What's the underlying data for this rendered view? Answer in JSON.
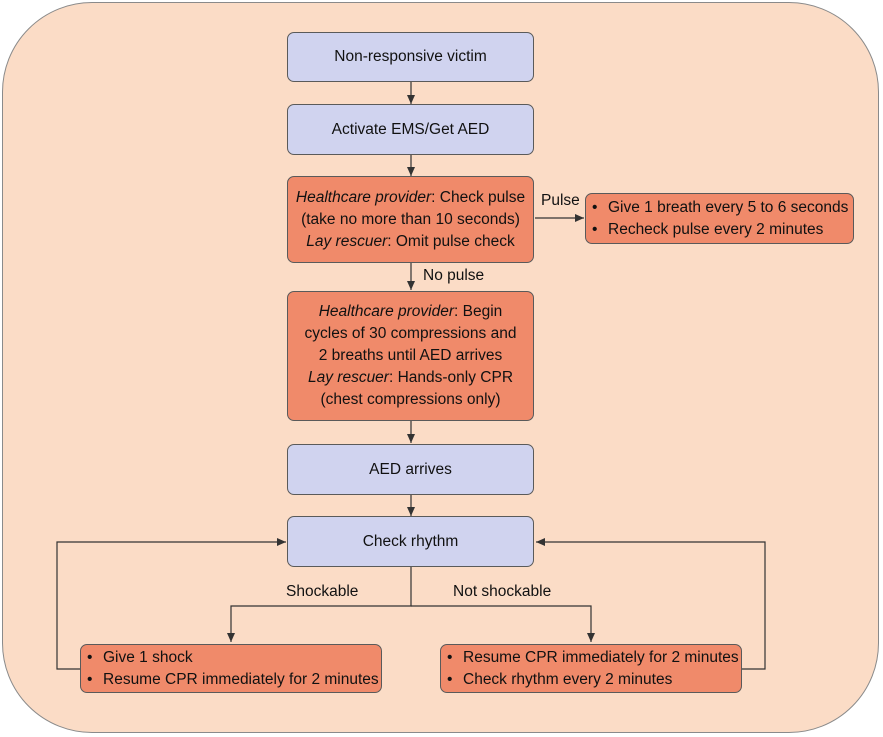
{
  "boxes": {
    "victim": "Non-responsive victim",
    "activate": "Activate EMS/Get AED",
    "check_pulse": {
      "hp_role": "Healthcare provider",
      "hp_text": ": Check pulse",
      "line2": "(take no more than 10 seconds)",
      "lay_role": "Lay rescuer",
      "lay_text": ": Omit pulse check"
    },
    "pulse_actions": [
      "Give 1 breath every 5 to 6 seconds",
      "Recheck pulse every 2 minutes"
    ],
    "compressions": {
      "hp_role": "Healthcare provider",
      "hp_text": ": Begin",
      "line2": "cycles of 30 compressions and",
      "line3": "2 breaths until AED arrives",
      "lay_role": "Lay rescuer",
      "lay_text": ": Hands-only CPR",
      "line5": "(chest compressions only)"
    },
    "aed_arrives": "AED arrives",
    "check_rhythm": "Check rhythm",
    "shock_actions": [
      "Give 1 shock",
      "Resume CPR immediately for 2 minutes"
    ],
    "noshock_actions": [
      "Resume CPR immediately for 2 minutes",
      "Check rhythm every 2 minutes"
    ]
  },
  "labels": {
    "pulse": "Pulse",
    "no_pulse": "No pulse",
    "shockable": "Shockable",
    "not_shockable": "Not shockable"
  },
  "bullet": "•",
  "colors": {
    "background_panel": "#fbdcc6",
    "blue_box": "#d0d3ef",
    "red_box": "#f08a6a"
  }
}
